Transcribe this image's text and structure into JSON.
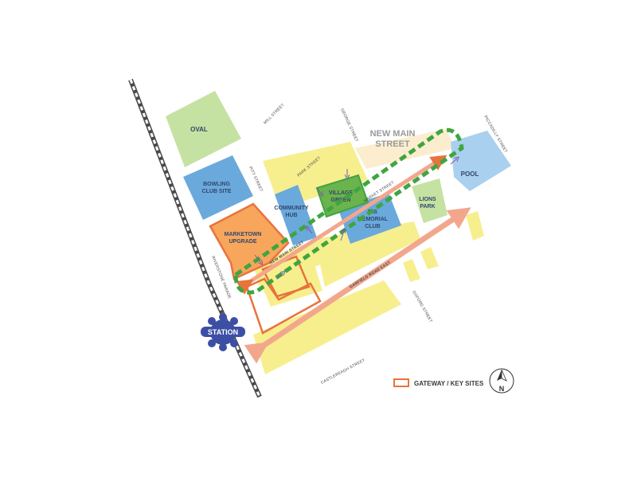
{
  "areas": {
    "oval": "OVAL",
    "bowling_1": "BOWLING",
    "bowling_2": "CLUB SITE",
    "community_1": "COMMUNITY",
    "community_2": "HUB",
    "village_1": "VILLAGE",
    "village_2": "GREEN",
    "rsl_1": "R.S",
    "rsl_2": "MEMORIAL",
    "rsl_3": "CLUB",
    "lions_1": "LIONS",
    "lions_2": "PARK",
    "pool": "POOL",
    "marketown_1": "MARKETOWN",
    "marketown_2": "UPGRADE",
    "station": "STATION"
  },
  "corridor": {
    "title_1": "NEW MAIN",
    "title_2": "STREET",
    "along": "NEW MAIN STREET",
    "small": "MARKET STREET"
  },
  "streets": {
    "mill": "MILL STREET",
    "george": "GEORGE STREET",
    "piccadilly": "PICCADILLY STREET",
    "pitt": "PITT STREET",
    "park": "PARK STREET",
    "riverstone": "RIVERSTONE PARADE",
    "garfield": "GARFIELD ROAD EAST",
    "oxford": "OXFORD STREET",
    "castlereagh": "CASTLEREAGH STREET"
  },
  "legend": {
    "gateway": "GATEWAY / KEY SITES",
    "north": "N"
  },
  "colors": {
    "yellow": "#f7ef8e",
    "blue": "#6aa9dc",
    "light_green": "#c5e2a3",
    "green": "#6bb34c",
    "orange": "#f7a65c",
    "orange_line": "#e8733c",
    "salmon_arrow": "#f2a78d",
    "dashed_green": "#3fa53f",
    "pool_blue": "#a9d0ee",
    "station": "#3d4fa5",
    "rail": "#4a4a4a"
  }
}
